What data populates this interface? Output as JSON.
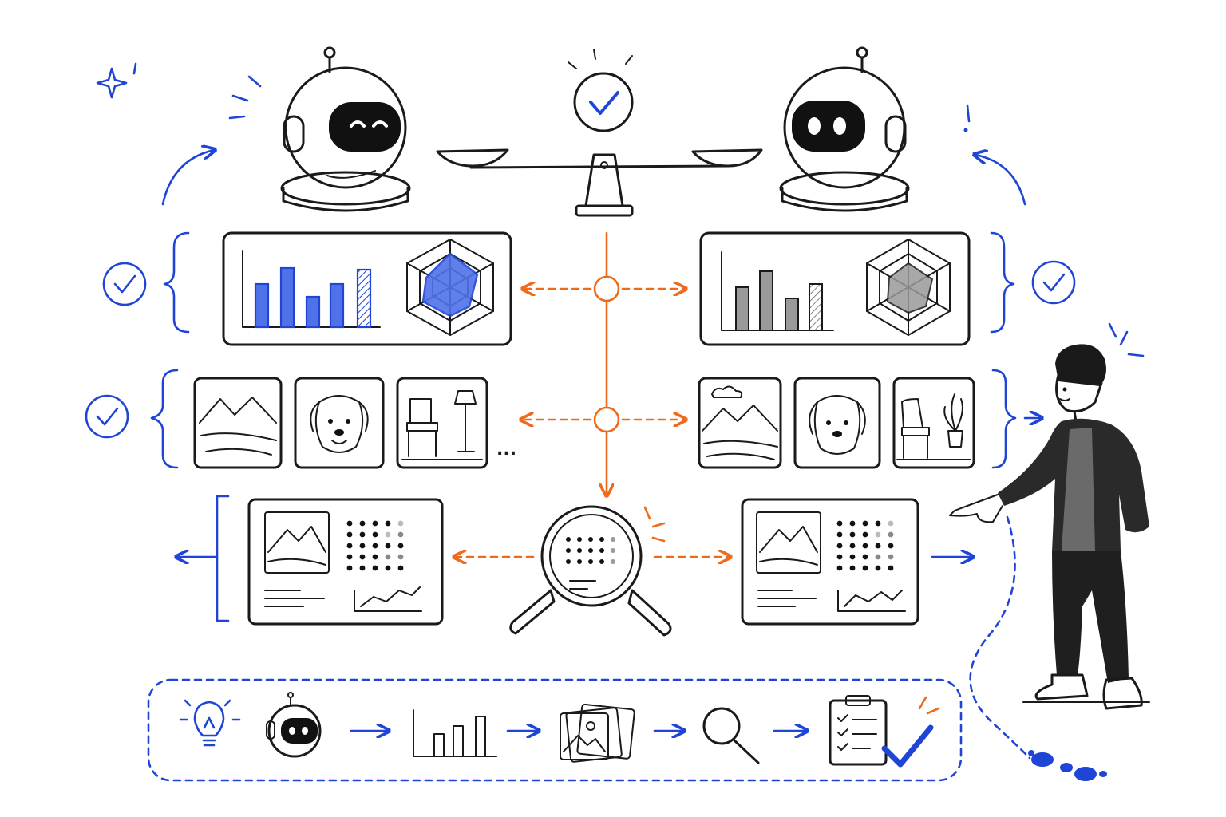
{
  "colors": {
    "ink": "#1a1a1a",
    "blue": "#1f45d6",
    "orange": "#f06a1c",
    "light_blue_fill": "#4f72e8",
    "gray_fill": "#9a9a9a",
    "background": "#ffffff"
  },
  "icons": {
    "left_robot": "robot-happy-icon",
    "right_robot": "robot-neutral-icon",
    "balance": "balance-scale-icon",
    "balance_check": "check-circle-icon",
    "magnifier": "magnifying-glass-icon",
    "person": "person-pointing-icon",
    "footprints": "footprints-icon",
    "ellipsis": "ellipsis-icon"
  },
  "left_column": {
    "charts_card": {
      "bars_fill": "blue",
      "radar_fill": "blue"
    },
    "images_row": [
      "mountain-landscape",
      "dog-portrait",
      "chair-with-lamp"
    ],
    "ellipsis_text": "..."
  },
  "right_column": {
    "charts_card": {
      "bars_fill": "gray",
      "radar_fill": "gray"
    },
    "images_row": [
      "mountain-landscape-with-clouds",
      "dog-portrait",
      "chair-with-plant"
    ]
  },
  "pipeline": {
    "steps": [
      "lightbulb-icon",
      "robot-icon",
      "bar-chart-icon",
      "image-stack-icon",
      "search-icon",
      "checklist-icon"
    ],
    "final_mark": "checkmark-icon"
  }
}
